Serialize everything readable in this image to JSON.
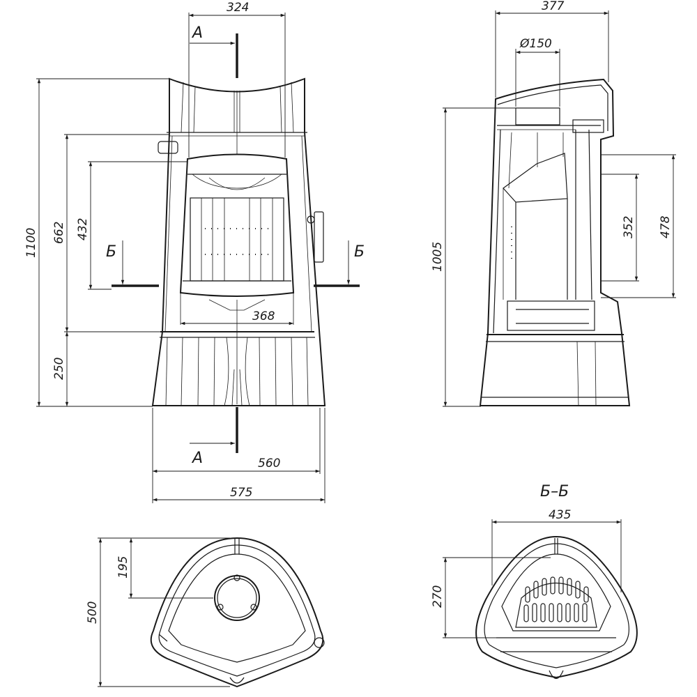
{
  "front_view": {
    "dim_top_width": "324",
    "dim_base_inner_width": "560",
    "dim_base_outer_width": "575",
    "dim_total_height": "1100",
    "dim_firebox_top_height": "662",
    "dim_window_height": "432",
    "dim_base_height": "250",
    "dim_window_width": "368",
    "section_a_top": "А",
    "section_a_bottom": "А",
    "section_b_left": "Б",
    "section_b_right": "Б"
  },
  "side_view": {
    "dim_depth": "377",
    "dim_flue_diameter": "Ø150",
    "dim_height": "1005",
    "dim_inner_352": "352",
    "dim_inner_478": "478"
  },
  "top_view": {
    "dim_depth": "500",
    "dim_flue_offset": "195"
  },
  "section_view": {
    "title": "Б–Б",
    "dim_width": "435",
    "dim_depth": "270"
  }
}
